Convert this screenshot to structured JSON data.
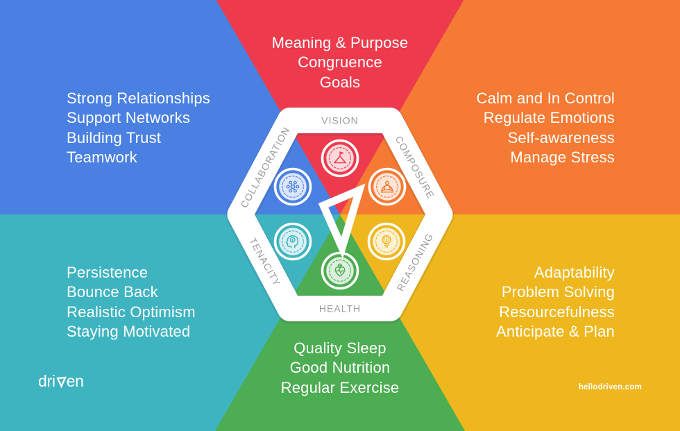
{
  "brand": {
    "wordmark_prefix": "dri",
    "wordmark_suffix": "en",
    "website": "hellodriven.com"
  },
  "emblem_label_color": "#9b9b9b",
  "segments": [
    {
      "id": "vision",
      "label": "VISION",
      "color": "#ed3b4d",
      "icon": "mountain-flag-icon",
      "items": [
        "Meaning & Purpose",
        "Congruence",
        "Goals"
      ]
    },
    {
      "id": "composure",
      "label": "COMPOSURE",
      "color": "#f57a33",
      "icon": "meditation-icon",
      "items": [
        "Calm and In Control",
        "Regulate Emotions",
        "Self-awareness",
        "Manage Stress"
      ]
    },
    {
      "id": "reasoning",
      "label": "REASONING",
      "color": "#eeb71e",
      "icon": "brain-bulb-icon",
      "items": [
        "Adaptability",
        "Problem Solving",
        "Resourcefulness",
        "Anticipate & Plan"
      ]
    },
    {
      "id": "health",
      "label": "HEALTH",
      "color": "#4cad52",
      "icon": "heart-pulse-icon",
      "items": [
        "Quality Sleep",
        "Good Nutrition",
        "Regular Exercise"
      ]
    },
    {
      "id": "tenacity",
      "label": "TENACITY",
      "color": "#3fb4c1",
      "icon": "head-idea-icon",
      "items": [
        "Persistence",
        "Bounce Back",
        "Realistic Optimism",
        "Staying Motivated"
      ]
    },
    {
      "id": "collaboration",
      "label": "COLLABORATION",
      "color": "#4a80e2",
      "icon": "network-icon",
      "items": [
        "Strong Relationships",
        "Support Networks",
        "Building Trust",
        "Teamwork"
      ]
    }
  ]
}
